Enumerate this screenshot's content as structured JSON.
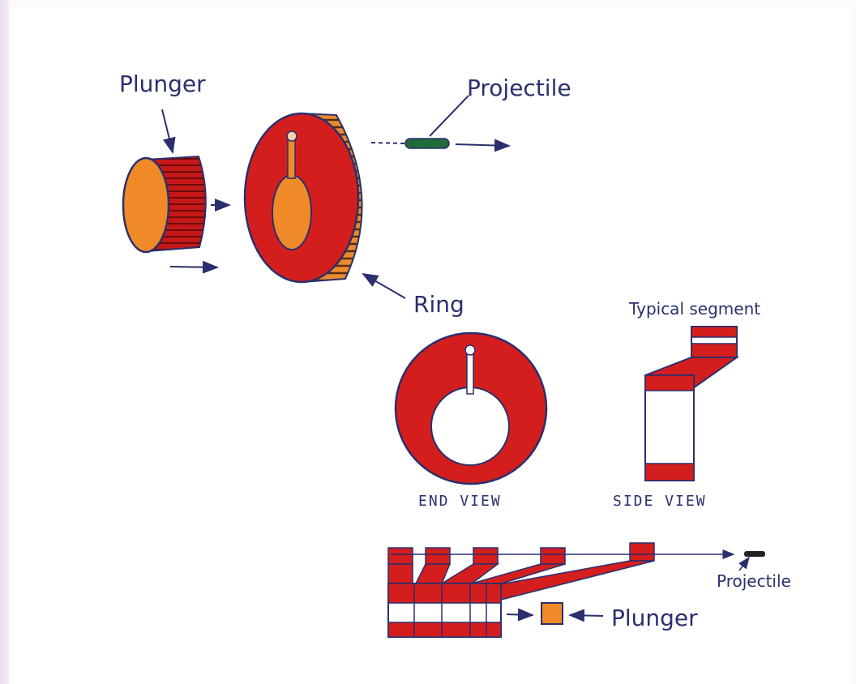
{
  "labels": {
    "plunger_top": "Plunger",
    "projectile_top": "Projectile",
    "ring": "Ring",
    "typical_segment": "Typical segment",
    "end_view": "END VIEW",
    "side_view": "SIDE VIEW",
    "projectile_bottom": "Projectile",
    "plunger_bottom": "Plunger"
  },
  "colors": {
    "ring_red": "#d41e1e",
    "dark_red": "#9a1010",
    "orange": "#f08a28",
    "ink": "#2a2f6e",
    "projectile_green": "#1f6b3a",
    "background_frame": "#ece4f0"
  }
}
